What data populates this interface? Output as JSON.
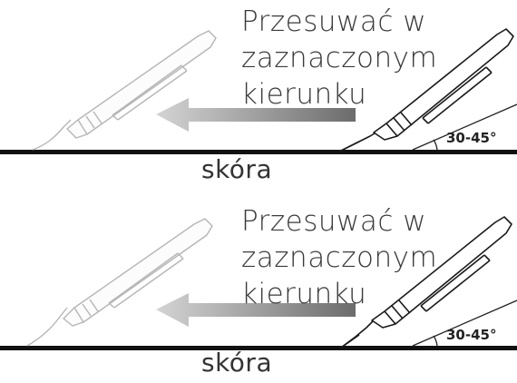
{
  "panels": [
    {
      "instruction": "Przesuwać w\nzaznaczonym\nkierunku",
      "skin_label": "skóra",
      "angle_label": "30-45°"
    },
    {
      "instruction": "Przesuwać w\nzaznaczonym\nkierunku",
      "skin_label": "skóra",
      "angle_label": "30-45°"
    }
  ],
  "colors": {
    "arrow_light": "#d9d9d9",
    "arrow_dark": "#6f6f6f",
    "skin_line": "#111111",
    "tool_outline": "#1a1a1a",
    "ghost_outline": "#b5b5b5"
  }
}
